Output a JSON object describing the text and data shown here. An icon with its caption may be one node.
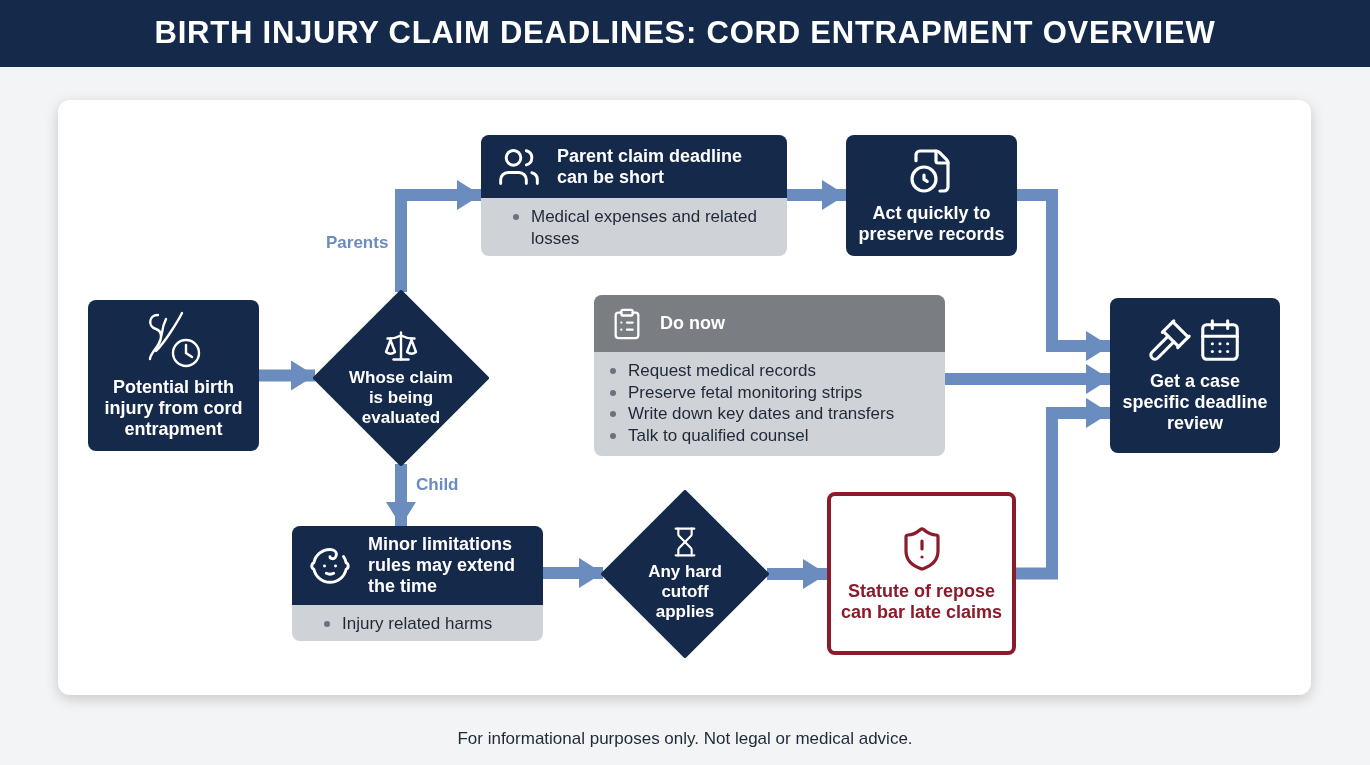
{
  "diagram": {
    "title": "BIRTH INJURY CLAIM DEADLINES: CORD ENTRAPMENT OVERVIEW",
    "nodes": [
      {
        "text": [
          "Potential birth injury from cord entrapment"
        ]
      },
      {
        "text": [
          "Whose claim is being evaluated"
        ]
      },
      {
        "text": [
          "Parent claim deadline can be short",
          "Medical expenses and related losses"
        ]
      },
      {
        "text": [
          "Act quickly to preserve records"
        ]
      },
      {
        "text": [
          "Do now",
          "Request medical records",
          "Preserve fetal monitoring strips",
          "Write down key dates and transfers",
          "Talk to qualified counsel"
        ]
      },
      {
        "text": [
          "Get a case specific deadline review"
        ]
      },
      {
        "text": [
          "Minor limitations rules may extend the time",
          "Injury related harms"
        ]
      },
      {
        "text": [
          "Any hard cutoff applies"
        ]
      },
      {
        "text": [
          "Statute of repose can bar late claims"
        ]
      }
    ],
    "edges": [
      {
        "from": 0,
        "to": 1,
        "arrow": "to"
      },
      {
        "from": 1,
        "to": 2,
        "arrow": "to",
        "label": "Parents"
      },
      {
        "from": 1,
        "to": 6,
        "arrow": "to",
        "label": "Child"
      },
      {
        "from": 2,
        "to": 3,
        "arrow": "to"
      },
      {
        "from": 3,
        "to": 5,
        "arrow": "to"
      },
      {
        "from": 4,
        "to": 5,
        "arrow": "to"
      },
      {
        "from": 6,
        "to": 7,
        "arrow": "to"
      },
      {
        "from": 7,
        "to": 8,
        "arrow": "to"
      },
      {
        "from": 8,
        "to": 5,
        "arrow": "to"
      }
    ],
    "labels": [
      "For informational purposes only. Not legal or medical advice."
    ]
  }
}
